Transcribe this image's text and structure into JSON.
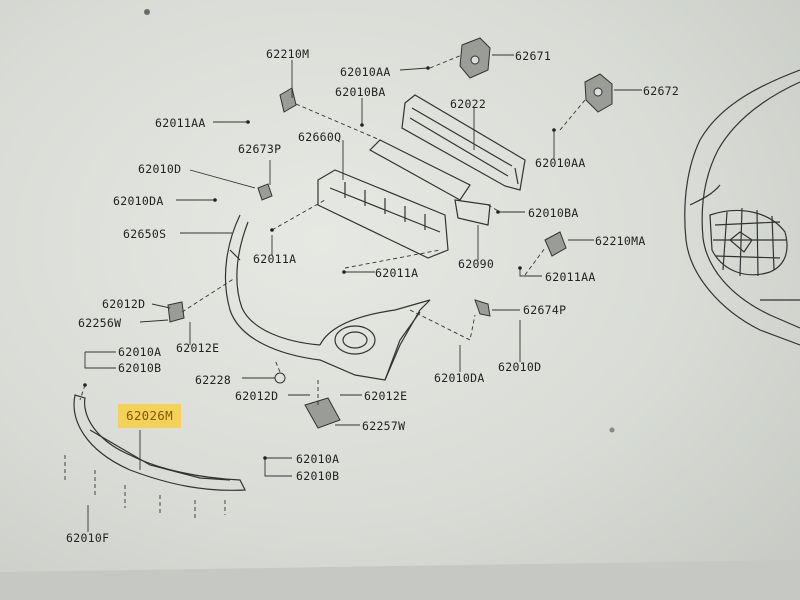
{
  "labels": {
    "p62210M": "62210M",
    "p62010AA_top": "62010AA",
    "p62671": "62671",
    "p62010BA_top": "62010BA",
    "p62022": "62022",
    "p62672": "62672",
    "p62011AA_top": "62011AA",
    "p62673P": "62673P",
    "p62660Q": "62660Q",
    "p62010D_top": "62010D",
    "p62010AA_right": "62010AA",
    "p62010DA_top": "62010DA",
    "p62010BA_mid": "62010BA",
    "p62650S": "62650S",
    "p62210MA": "62210MA",
    "p62011A_left": "62011A",
    "p62090": "62090",
    "p62011A_mid": "62011A",
    "p62011AA_right": "62011AA",
    "p62012D": "62012D",
    "p62674P": "62674P",
    "p62256W": "62256W",
    "p62012E_left": "62012E",
    "p62010A_top": "62010A",
    "p62010B_top": "62010B",
    "p62010DA_bottom": "62010DA",
    "p62010D_bottom": "62010D",
    "p62228": "62228",
    "p62012D_bottom": "62012D",
    "p62012E_bottom": "62012E",
    "p62026M": "62026M",
    "p62257W": "62257W",
    "p62010A_bottom": "62010A",
    "p62010B_bottom": "62010B",
    "p62010F": "62010F"
  },
  "colors": {
    "highlight": "#f4d25a",
    "ink": "#222222",
    "paper": "#e2e4df"
  }
}
